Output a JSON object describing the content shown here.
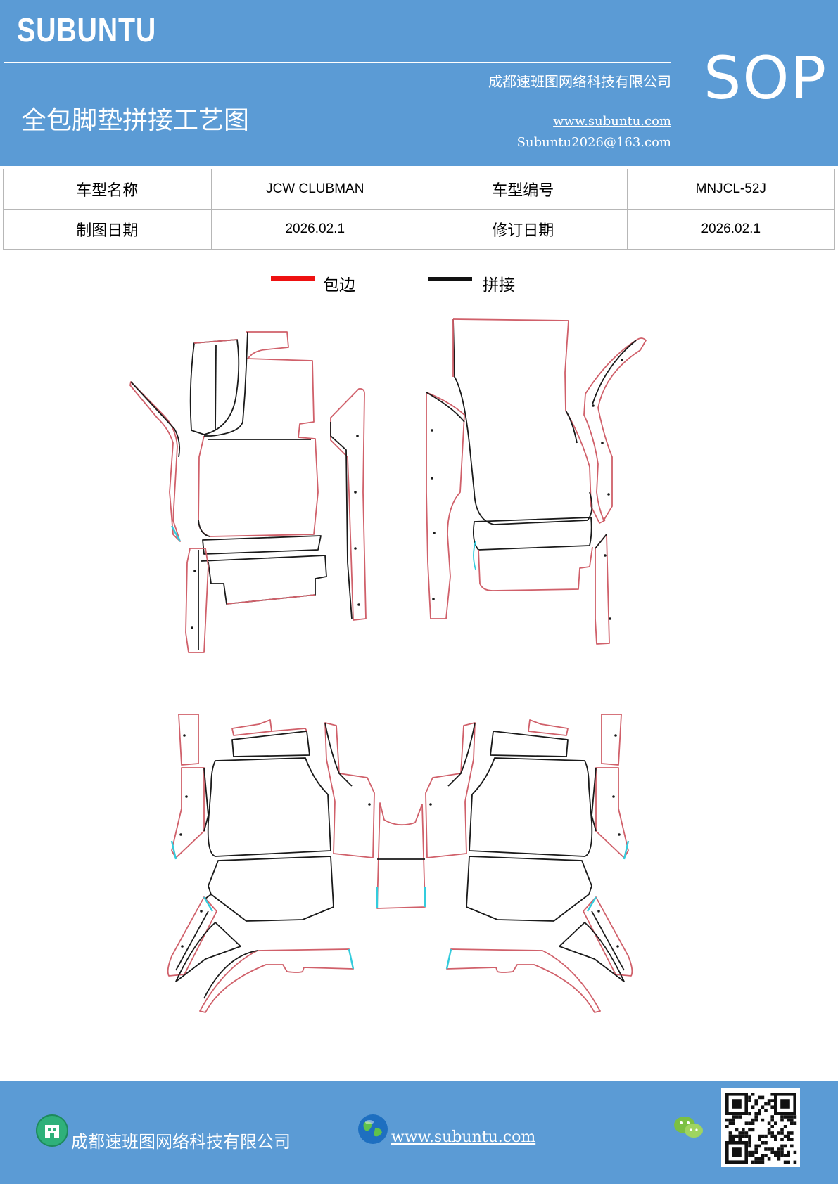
{
  "header": {
    "logo": "SUBUNTU",
    "company": "成都速班图网络科技有限公司",
    "title": "全包脚垫拼接工艺图",
    "website": "www.subuntu.com",
    "email": "Subuntu2026@163.com",
    "badge": "SOP"
  },
  "info_table": {
    "rows": [
      {
        "label1": "车型名称",
        "value1": "JCW CLUBMAN",
        "label2": "车型编号",
        "value2": "MNJCL-52J"
      },
      {
        "label1": "制图日期",
        "value1": "2026.02.1",
        "label2": "修订日期",
        "value2": "2026.02.1"
      }
    ]
  },
  "legend": {
    "items": [
      {
        "label": "包边",
        "color": "#ee1111"
      },
      {
        "label": "拼接",
        "color": "#111111"
      }
    ]
  },
  "diagram": {
    "edge_color": "#d0606a",
    "seam_color": "#1a1a1a",
    "splice_color": "#33ccdd"
  },
  "footer": {
    "company": "成都速班图网络科技有限公司",
    "website": "www.subuntu.com",
    "icons": [
      "building-icon",
      "globe-icon",
      "wechat-icon",
      "qr-code"
    ]
  }
}
